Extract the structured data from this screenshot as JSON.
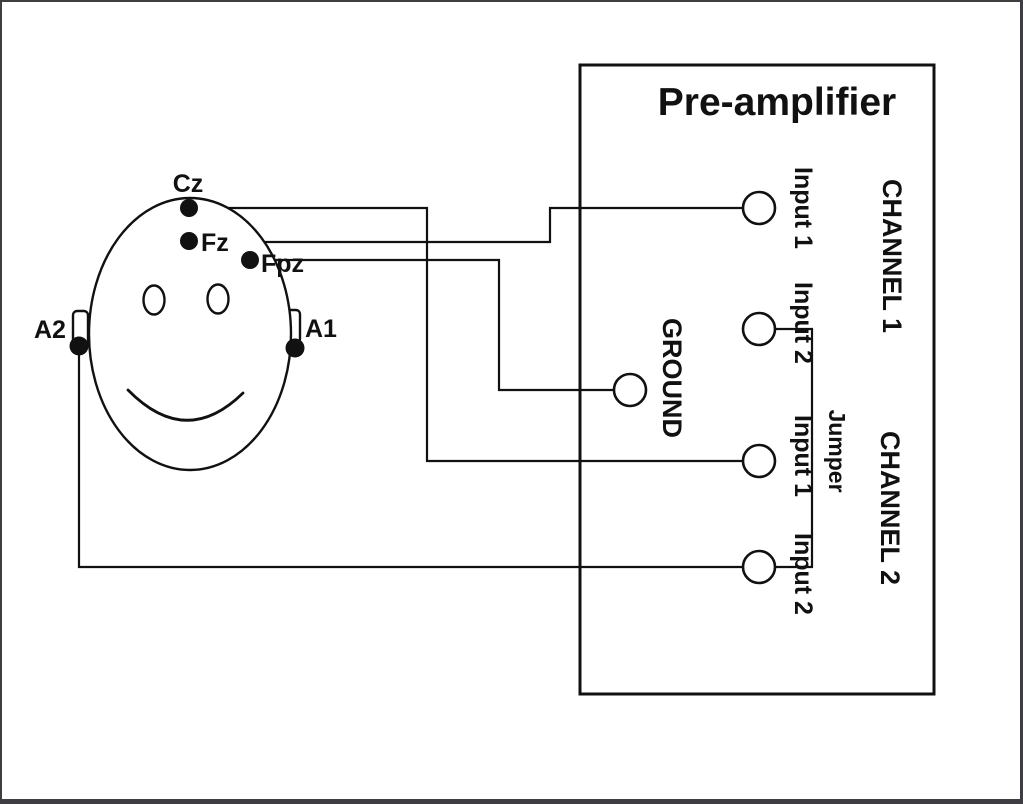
{
  "title": "Pre-amplifier",
  "head": {
    "electrodes": {
      "cz": "Cz",
      "fz": "Fz",
      "fpz": "Fpz",
      "a1": "A1",
      "a2": "A2"
    }
  },
  "preamp": {
    "channel1": {
      "label": "CHANNEL 1",
      "input1": "Input 1",
      "input2": "Input 2"
    },
    "channel2": {
      "label": "CHANNEL 2",
      "input1": "Input 1",
      "input2": "Input 2"
    },
    "ground": "GROUND",
    "jumper": "Jumper"
  },
  "connections": [
    {
      "from": "Fz",
      "to": "Channel 1 Input 1"
    },
    {
      "from": "Cz",
      "to": "Channel 2 Input 1"
    },
    {
      "from": "Fpz",
      "to": "Ground"
    },
    {
      "from": "A2",
      "to": "Channel 2 Input 2"
    },
    {
      "from": "Channel 1 Input 2",
      "to": "Channel 2 Input 2",
      "via": "Jumper"
    }
  ],
  "colors": {
    "ink": "#111111",
    "frame": "#3e3e42",
    "background": "#ffffff"
  }
}
